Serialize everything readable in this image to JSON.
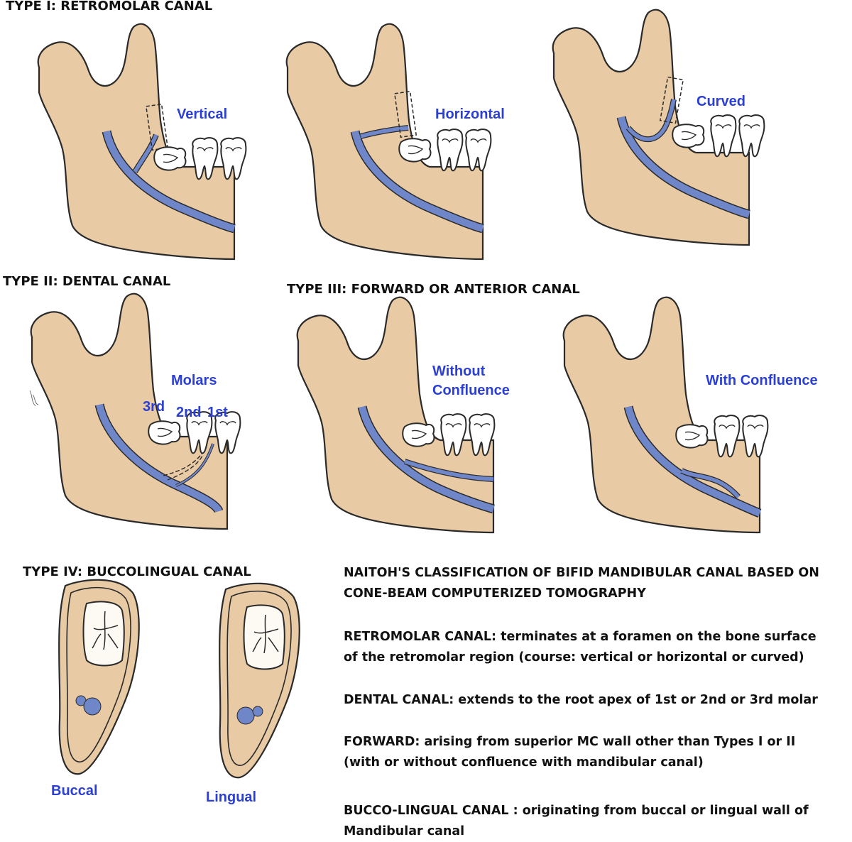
{
  "types": {
    "type1": {
      "title": "TYPE I: RETROMOLAR CANAL",
      "variants": [
        "Vertical",
        "Horizontal",
        "Curved"
      ]
    },
    "type2": {
      "title": "TYPE II: DENTAL CANAL",
      "label": "Molars",
      "molars": [
        "3rd",
        "2nd",
        "1st"
      ]
    },
    "type3": {
      "title": "TYPE III: FORWARD OR ANTERIOR CANAL",
      "variants": [
        "Without",
        "Confluence",
        "With Confluence"
      ]
    },
    "type4": {
      "title": "TYPE IV: BUCCOLINGUAL CANAL",
      "variants": [
        "Buccal",
        "Lingual"
      ]
    }
  },
  "legend": {
    "heading_line1": "NAITOH'S CLASSIFICATION OF BIFID MANDIBULAR CANAL BASED ON",
    "heading_line2": "CONE-BEAM COMPUTERIZED TOMOGRAPHY",
    "items": [
      {
        "term": "RETROMOLAR CANAL:",
        "line1": " terminates at a foramen on the bone surface",
        "line2": "of the retromolar region (course: vertical or horizontal or curved)"
      },
      {
        "term": "DENTAL CANAL:",
        "line1": " extends to the root apex of 1st or 2nd or 3rd molar",
        "line2": ""
      },
      {
        "term": "FORWARD:",
        "line1": " arising from superior MC wall other than Types I or II",
        "line2": "(with or without confluence with mandibular canal)"
      },
      {
        "term": "BUCCO-LINGUAL CANAL :",
        "line1": " originating from buccal or lingual wall of",
        "line2": "Mandibular canal"
      }
    ]
  },
  "colors": {
    "bone": "#e8caa4",
    "canal": "#6f86c8",
    "label_blue": "#2b3fd4",
    "outline": "#2a2a2a",
    "tooth": "#ffffff"
  }
}
